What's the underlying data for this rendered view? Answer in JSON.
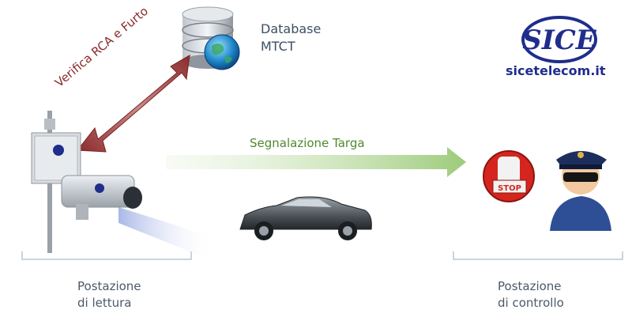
{
  "database": {
    "line1": "Database",
    "line2": "MTCT"
  },
  "arrows": {
    "verify_label": "Verifica RCA e Furto",
    "signal_label": "Segnalazione Targa"
  },
  "stations": {
    "reading_line1": "Postazione",
    "reading_line2": "di lettura",
    "control_line1": "Postazione",
    "control_line2": "di controllo"
  },
  "brand": {
    "logo_text": "SICE",
    "url": "sicetelecom.it"
  },
  "stop_sign": {
    "text": "STOP"
  },
  "colors": {
    "verify_arrow": "#9a3a3a",
    "signal_arrow": "#a9d18e",
    "brand_blue": "#1f2d8c",
    "stop_red": "#d4261e"
  },
  "icons": [
    "database-icon",
    "camera-icon",
    "car-icon",
    "stop-hand-icon",
    "police-officer-icon",
    "sice-logo"
  ]
}
